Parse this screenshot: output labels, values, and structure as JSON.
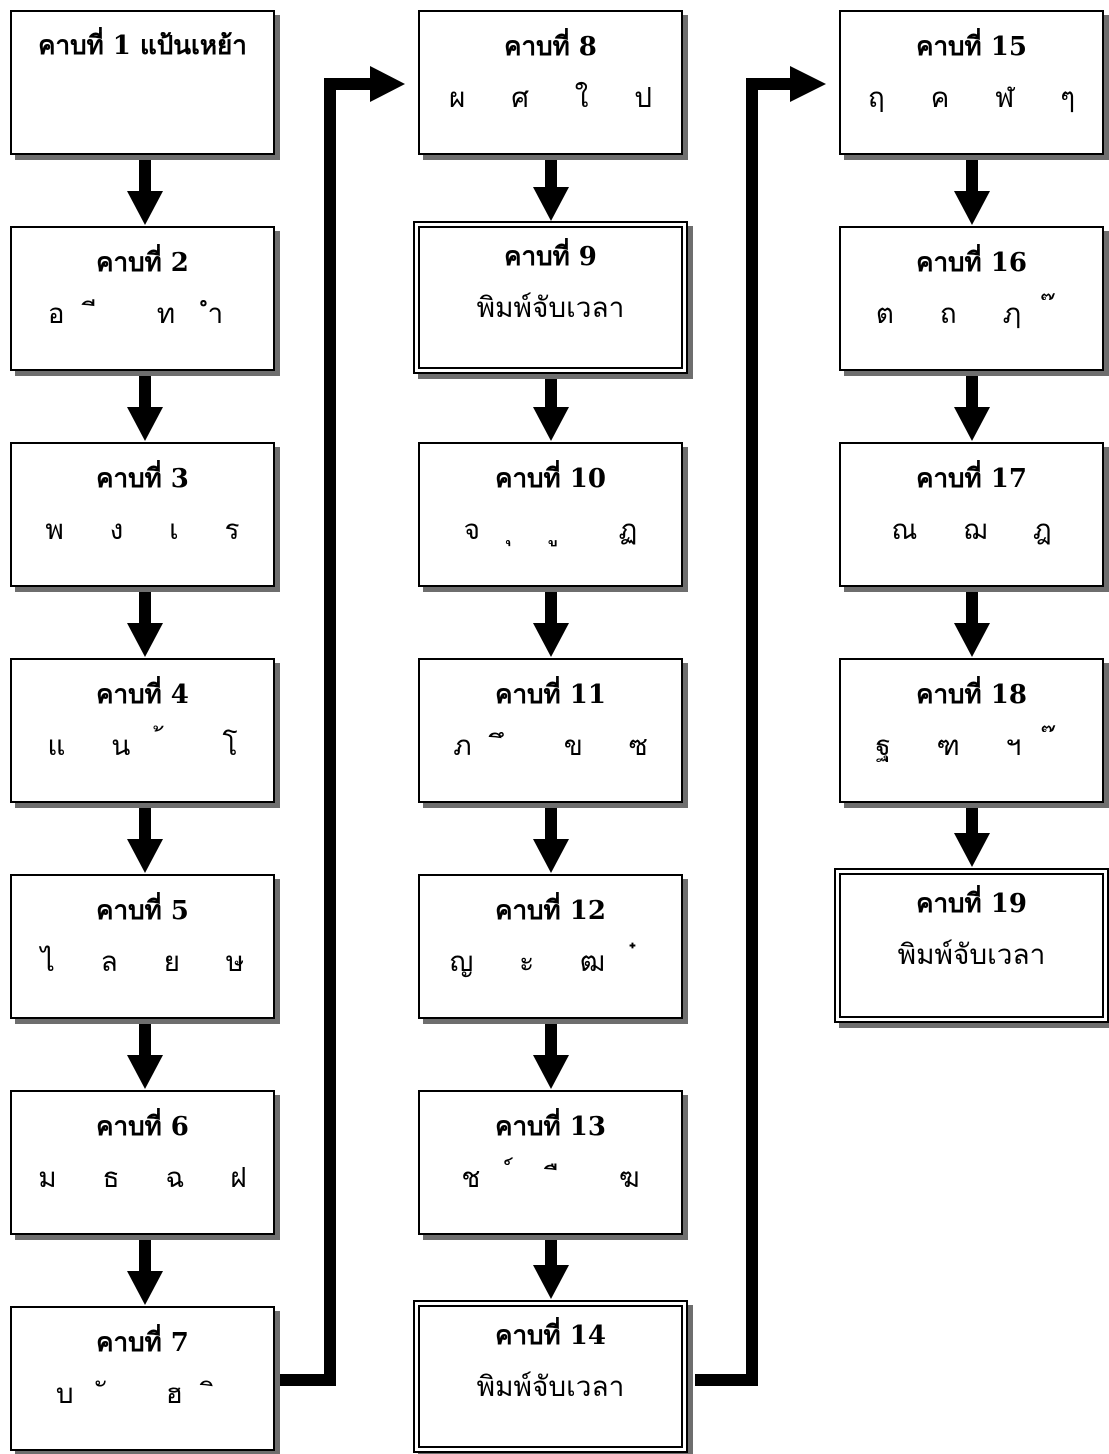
{
  "boxes": [
    {
      "id": "b1",
      "title": "คาบที่ 1 แป้นเหย้า",
      "sub": "",
      "double": false
    },
    {
      "id": "b2",
      "title": "คาบที่ 2",
      "sub": "อ  ี  ท  ำ",
      "double": false
    },
    {
      "id": "b3",
      "title": "คาบที่ 3",
      "sub": "พ  ง  เ  ร",
      "double": false
    },
    {
      "id": "b4",
      "title": "คาบที่ 4",
      "sub": "แ  น  ้  โ",
      "double": false
    },
    {
      "id": "b5",
      "title": "คาบที่ 5",
      "sub": "ไ  ล  ย  ษ",
      "double": false
    },
    {
      "id": "b6",
      "title": "คาบที่ 6",
      "sub": "ม  ธ  ฉ  ฝ",
      "double": false
    },
    {
      "id": "b7",
      "title": "คาบที่ 7",
      "sub": "บ  ั  ฮ  ิ",
      "double": false
    },
    {
      "id": "b8",
      "title": "คาบที่ 8",
      "sub": "ผ  ศ  ใ  ป",
      "double": false
    },
    {
      "id": "b9",
      "title": "คาบที่ 9",
      "sub": "พิมพ์จับเวลา",
      "double": true
    },
    {
      "id": "b10",
      "title": "คาบที่ 10",
      "sub": "จ  ุ  ู  ฏ",
      "double": false
    },
    {
      "id": "b11",
      "title": "คาบที่ 11",
      "sub": "ภ  ึ  ข  ซ",
      "double": false
    },
    {
      "id": "b12",
      "title": "คาบที่ 12",
      "sub": "ญ  ะ  ฒ  ๋",
      "double": false
    },
    {
      "id": "b13",
      "title": "คาบที่ 13",
      "sub": "ช  ์  ื  ฆ",
      "double": false
    },
    {
      "id": "b14",
      "title": "คาบที่ 14",
      "sub": "พิมพ์จับเวลา",
      "double": true
    },
    {
      "id": "b15",
      "title": "คาบที่ 15",
      "sub": "ฤ  ค  ฬ  ๆ",
      "double": false
    },
    {
      "id": "b16",
      "title": "คาบที่ 16",
      "sub": "ต  ถ  ฦ  ๊",
      "double": false
    },
    {
      "id": "b17",
      "title": "คาบที่ 17",
      "sub": "ณ  ฌ  ฎ",
      "double": false
    },
    {
      "id": "b18",
      "title": "คาบที่ 18",
      "sub": "ฐ  ฑ  ฯ  ๊",
      "double": false
    },
    {
      "id": "b19",
      "title": "คาบที่ 19",
      "sub": "พิมพ์จับเวลา",
      "double": true
    }
  ]
}
